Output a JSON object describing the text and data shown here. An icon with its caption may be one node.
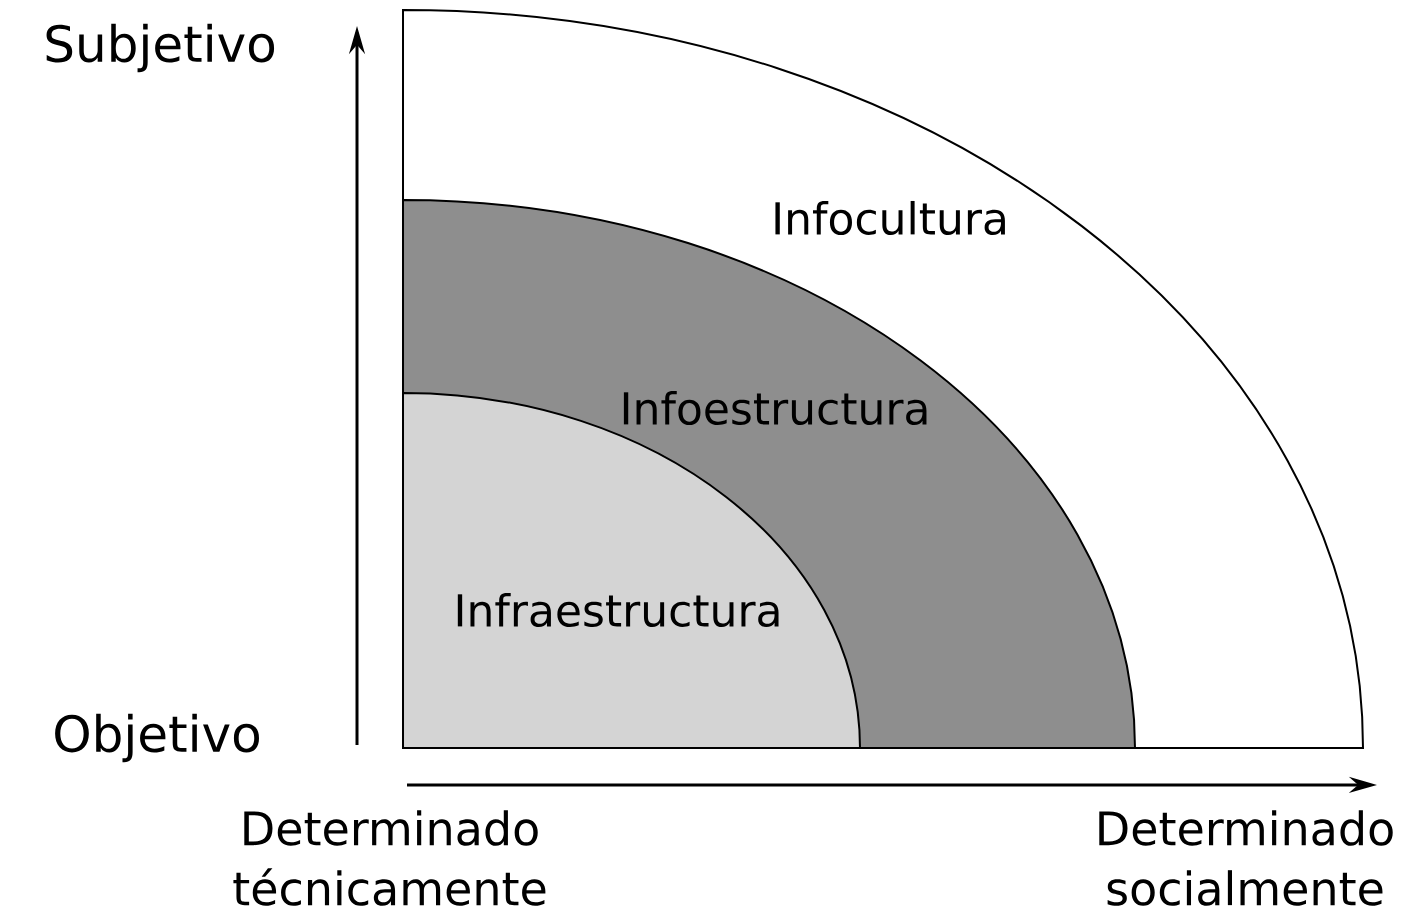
{
  "diagram": {
    "nodes": [
      {
        "text": [
          "Infocultura"
        ]
      },
      {
        "text": [
          "Infoestructura"
        ],
        "in": 0
      },
      {
        "text": [
          "Infraestructura"
        ],
        "in": 1
      }
    ],
    "labels": [
      "Subjetivo",
      "Objetivo",
      "Determinado técnicamente",
      "Determinado socialmente"
    ]
  }
}
